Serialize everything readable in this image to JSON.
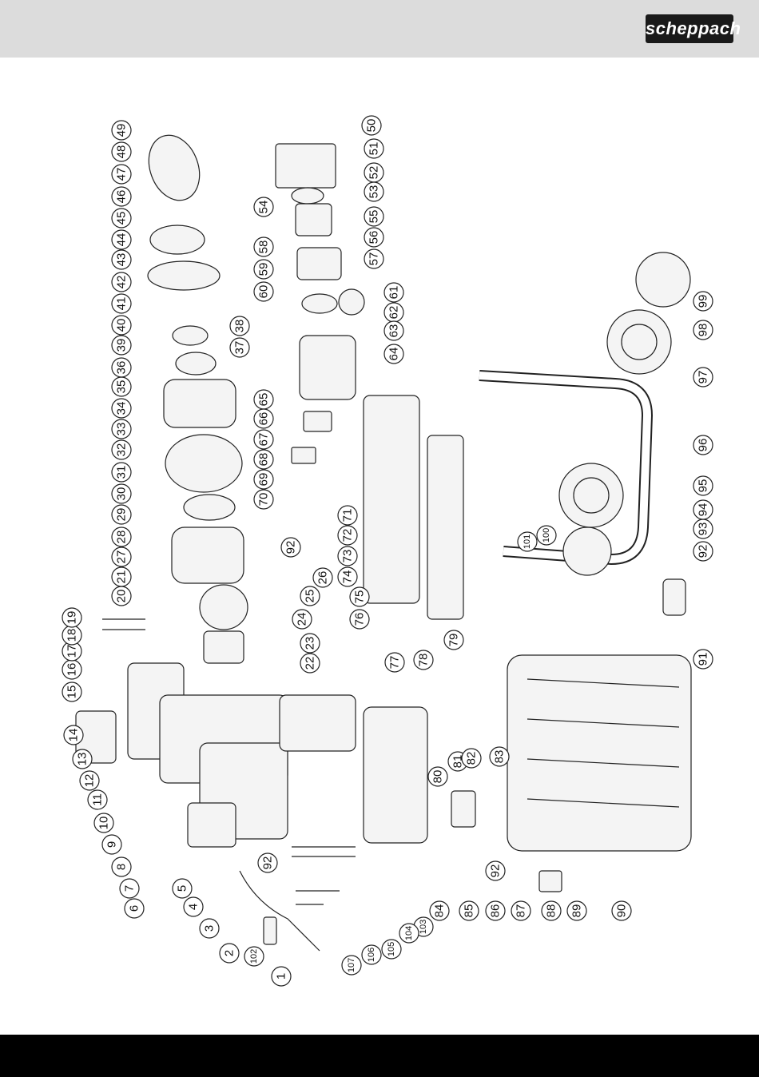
{
  "brand": {
    "logo_text": "scheppach",
    "header_color": "#dcdcdc",
    "footer_color": "#000000"
  },
  "diagram": {
    "type": "exploded-parts-diagram",
    "callouts": [
      {
        "label": "1"
      },
      {
        "label": "2"
      },
      {
        "label": "3"
      },
      {
        "label": "4"
      },
      {
        "label": "5"
      },
      {
        "label": "6"
      },
      {
        "label": "7"
      },
      {
        "label": "8"
      },
      {
        "label": "9"
      },
      {
        "label": "10"
      },
      {
        "label": "11"
      },
      {
        "label": "12"
      },
      {
        "label": "13"
      },
      {
        "label": "14"
      },
      {
        "label": "15"
      },
      {
        "label": "16"
      },
      {
        "label": "17"
      },
      {
        "label": "18"
      },
      {
        "label": "19"
      },
      {
        "label": "20"
      },
      {
        "label": "21"
      },
      {
        "label": "22"
      },
      {
        "label": "23"
      },
      {
        "label": "24"
      },
      {
        "label": "25"
      },
      {
        "label": "26"
      },
      {
        "label": "27"
      },
      {
        "label": "28"
      },
      {
        "label": "29"
      },
      {
        "label": "30"
      },
      {
        "label": "31"
      },
      {
        "label": "32"
      },
      {
        "label": "33"
      },
      {
        "label": "34"
      },
      {
        "label": "35"
      },
      {
        "label": "36"
      },
      {
        "label": "37"
      },
      {
        "label": "38"
      },
      {
        "label": "39"
      },
      {
        "label": "40"
      },
      {
        "label": "41"
      },
      {
        "label": "42"
      },
      {
        "label": "43"
      },
      {
        "label": "44"
      },
      {
        "label": "45"
      },
      {
        "label": "46"
      },
      {
        "label": "47"
      },
      {
        "label": "48"
      },
      {
        "label": "49"
      },
      {
        "label": "50"
      },
      {
        "label": "51"
      },
      {
        "label": "52"
      },
      {
        "label": "53"
      },
      {
        "label": "54"
      },
      {
        "label": "55"
      },
      {
        "label": "56"
      },
      {
        "label": "57"
      },
      {
        "label": "58"
      },
      {
        "label": "59"
      },
      {
        "label": "60"
      },
      {
        "label": "61"
      },
      {
        "label": "62"
      },
      {
        "label": "63"
      },
      {
        "label": "64"
      },
      {
        "label": "65"
      },
      {
        "label": "66"
      },
      {
        "label": "67"
      },
      {
        "label": "68"
      },
      {
        "label": "69"
      },
      {
        "label": "70"
      },
      {
        "label": "71"
      },
      {
        "label": "72"
      },
      {
        "label": "73"
      },
      {
        "label": "74"
      },
      {
        "label": "75"
      },
      {
        "label": "76"
      },
      {
        "label": "77"
      },
      {
        "label": "78"
      },
      {
        "label": "79"
      },
      {
        "label": "80"
      },
      {
        "label": "81"
      },
      {
        "label": "82"
      },
      {
        "label": "83"
      },
      {
        "label": "84"
      },
      {
        "label": "85"
      },
      {
        "label": "86"
      },
      {
        "label": "87"
      },
      {
        "label": "88"
      },
      {
        "label": "89"
      },
      {
        "label": "90"
      },
      {
        "label": "91"
      },
      {
        "label": "92"
      },
      {
        "label": "92"
      },
      {
        "label": "92"
      },
      {
        "label": "92"
      },
      {
        "label": "93"
      },
      {
        "label": "94"
      },
      {
        "label": "95"
      },
      {
        "label": "96"
      },
      {
        "label": "97"
      },
      {
        "label": "98"
      },
      {
        "label": "99"
      },
      {
        "label": "100"
      },
      {
        "label": "101"
      },
      {
        "label": "102"
      },
      {
        "label": "103"
      },
      {
        "label": "104"
      },
      {
        "label": "105"
      },
      {
        "label": "106"
      },
      {
        "label": "107"
      }
    ]
  }
}
